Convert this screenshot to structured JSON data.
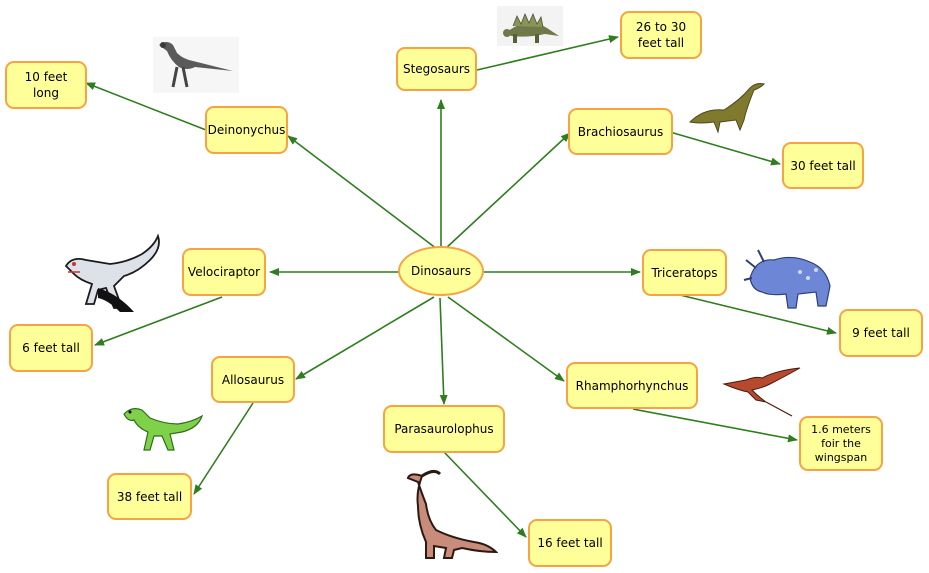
{
  "center": "Dinosaurs",
  "dinosaurs": {
    "stegosaurs": "Stegosaurs",
    "deinonychus": "Deinonychus",
    "brachiosaurus": "Brachiosaurus",
    "velociraptor": "Velociraptor",
    "triceratops": "Triceratops",
    "allosaurus": "Allosaurus",
    "parasaurolophus": "Parasaurolophus",
    "rhamphorhynchus": "Rhamphorhynchus"
  },
  "facts": {
    "stegosaurs": "26 to 30 feet tall",
    "deinonychus": "10 feet long",
    "brachiosaurus": "30 feet tall",
    "velociraptor": "6 feet tall",
    "triceratops": "9 feet tall",
    "allosaurus": "38 feet tall",
    "parasaurolophus": "16 feet tall",
    "rhamphorhynchus": "1.6 meters foir the wingspan"
  },
  "colors": {
    "node_fill": "#ffff99",
    "node_border": "#f7a343",
    "arrow": "#2f7d1f"
  },
  "icons": [
    "stegosaurus-image",
    "deinonychus-image",
    "brachiosaurus-image",
    "velociraptor-image",
    "triceratops-image",
    "allosaurus-image",
    "parasaurolophus-image",
    "rhamphorhynchus-image"
  ]
}
